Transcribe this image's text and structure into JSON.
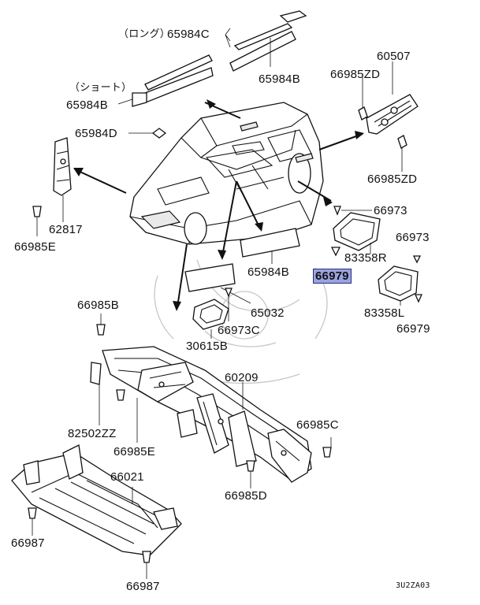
{
  "diagram": {
    "reference_code": "3U2ZA03",
    "highlight_color": "#9aa3e0",
    "notes": {
      "long": "（ロング）",
      "short": "（ショート）"
    },
    "parts": [
      {
        "id": "p65984c",
        "number": "65984C"
      },
      {
        "id": "p65984b_top",
        "number": "65984B"
      },
      {
        "id": "p65984b_short",
        "number": "65984B"
      },
      {
        "id": "p65984d",
        "number": "65984D"
      },
      {
        "id": "p60507",
        "number": "60507"
      },
      {
        "id": "p66985zd_a",
        "number": "66985ZD"
      },
      {
        "id": "p66985zd_b",
        "number": "66985ZD"
      },
      {
        "id": "p66973_a",
        "number": "66973"
      },
      {
        "id": "p83358r",
        "number": "83358R"
      },
      {
        "id": "p66973_b",
        "number": "66973"
      },
      {
        "id": "p66979_hl",
        "number": "66979",
        "highlighted": true
      },
      {
        "id": "p83358l",
        "number": "83358L"
      },
      {
        "id": "p66979",
        "number": "66979"
      },
      {
        "id": "p62817",
        "number": "62817"
      },
      {
        "id": "p66985e_a",
        "number": "66985E"
      },
      {
        "id": "p65984b_mid",
        "number": "65984B"
      },
      {
        "id": "p65032",
        "number": "65032"
      },
      {
        "id": "p66973c",
        "number": "66973C"
      },
      {
        "id": "p30615b",
        "number": "30615B"
      },
      {
        "id": "p66985b",
        "number": "66985B"
      },
      {
        "id": "p60209",
        "number": "60209"
      },
      {
        "id": "p82502zz",
        "number": "82502ZZ"
      },
      {
        "id": "p66985e_b",
        "number": "66985E"
      },
      {
        "id": "p66985c",
        "number": "66985C"
      },
      {
        "id": "p66021",
        "number": "66021"
      },
      {
        "id": "p66985d",
        "number": "66985D"
      },
      {
        "id": "p66987_a",
        "number": "66987"
      },
      {
        "id": "p66987_b",
        "number": "66987"
      }
    ]
  }
}
